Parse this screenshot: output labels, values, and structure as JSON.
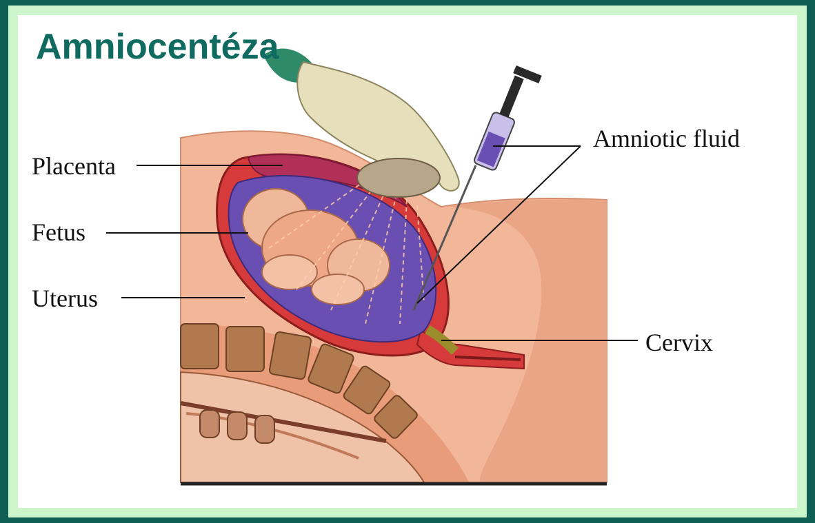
{
  "title": "Amniocentéza",
  "labels": {
    "placenta": "Placenta",
    "fetus": "Fetus",
    "uterus": "Uterus",
    "amniotic_fluid": "Amniotic fluid",
    "cervix": "Cervix"
  },
  "colors": {
    "frame": "#0f5f54",
    "panel": "#ccf5cc",
    "title": "#0f6a60",
    "skin": "#f2b699",
    "uterus_wall": "#d63a3a",
    "amniotic_fluid": "#6a4fb3",
    "bone": "#b07a4e"
  }
}
